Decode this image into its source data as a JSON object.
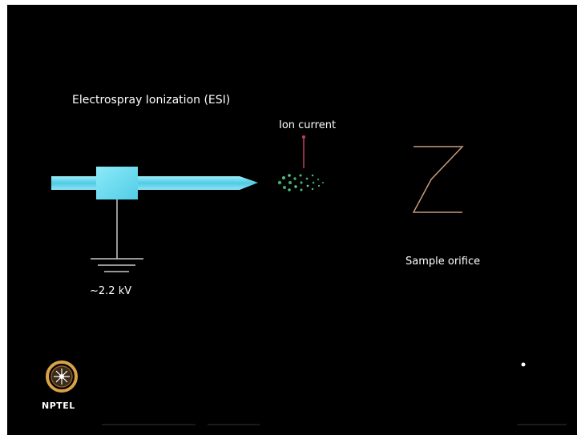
{
  "slide": {
    "title": "Electrospray Ionization (ESI)",
    "labels": {
      "ion_current": "Ion current",
      "voltage": "~2.2 kV",
      "sample_orifice": "Sample orifice"
    },
    "logo_text": "NPTEL"
  },
  "colors": {
    "background": "#000000",
    "needle": "#5ed8ee",
    "needle_block": "#7fe4f7",
    "wire": "#c8c8c8",
    "probe": "#c04060",
    "droplets": "#3fae6a",
    "orifice": "#c99a7a",
    "text": "#ffffff",
    "logo_ring": "#d7a24a"
  },
  "icons": [
    "nptel-logo-icon",
    "cursor-icon"
  ]
}
